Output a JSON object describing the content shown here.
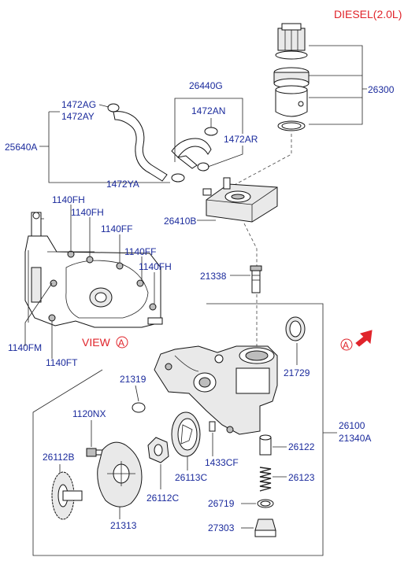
{
  "header": {
    "title": "DIESEL(2.0L)"
  },
  "labels": {
    "p26300": "26300",
    "p26440G": "26440G",
    "p1472AN": "1472AN",
    "p1472AR": "1472AR",
    "p1472AG": "1472AG",
    "p1472AY": "1472AY",
    "p25640A": "25640A",
    "p1472YA": "1472YA",
    "p26410B": "26410B",
    "p1140FH_1": "1140FH",
    "p1140FH_2": "1140FH",
    "p1140FF_1": "1140FF",
    "p1140FF_2": "1140FF",
    "p1140FH_3": "1140FH",
    "p1140FM": "1140FM",
    "p1140FT": "1140FT",
    "view": "VIEW",
    "viewA": "A",
    "p21338": "21338",
    "arrowA": "A",
    "p21729": "21729",
    "p21319": "21319",
    "p26100": "26100",
    "p21340A": "21340A",
    "p1120NX": "1120NX",
    "p26112B": "26112B",
    "p26122": "26122",
    "p1433CF": "1433CF",
    "p26123": "26123",
    "p26113C": "26113C",
    "p26112C": "26112C",
    "p26719": "26719",
    "p21313": "21313",
    "p27303": "27303"
  },
  "colors": {
    "label": "#1a2a9c",
    "accent": "#e0242b"
  }
}
